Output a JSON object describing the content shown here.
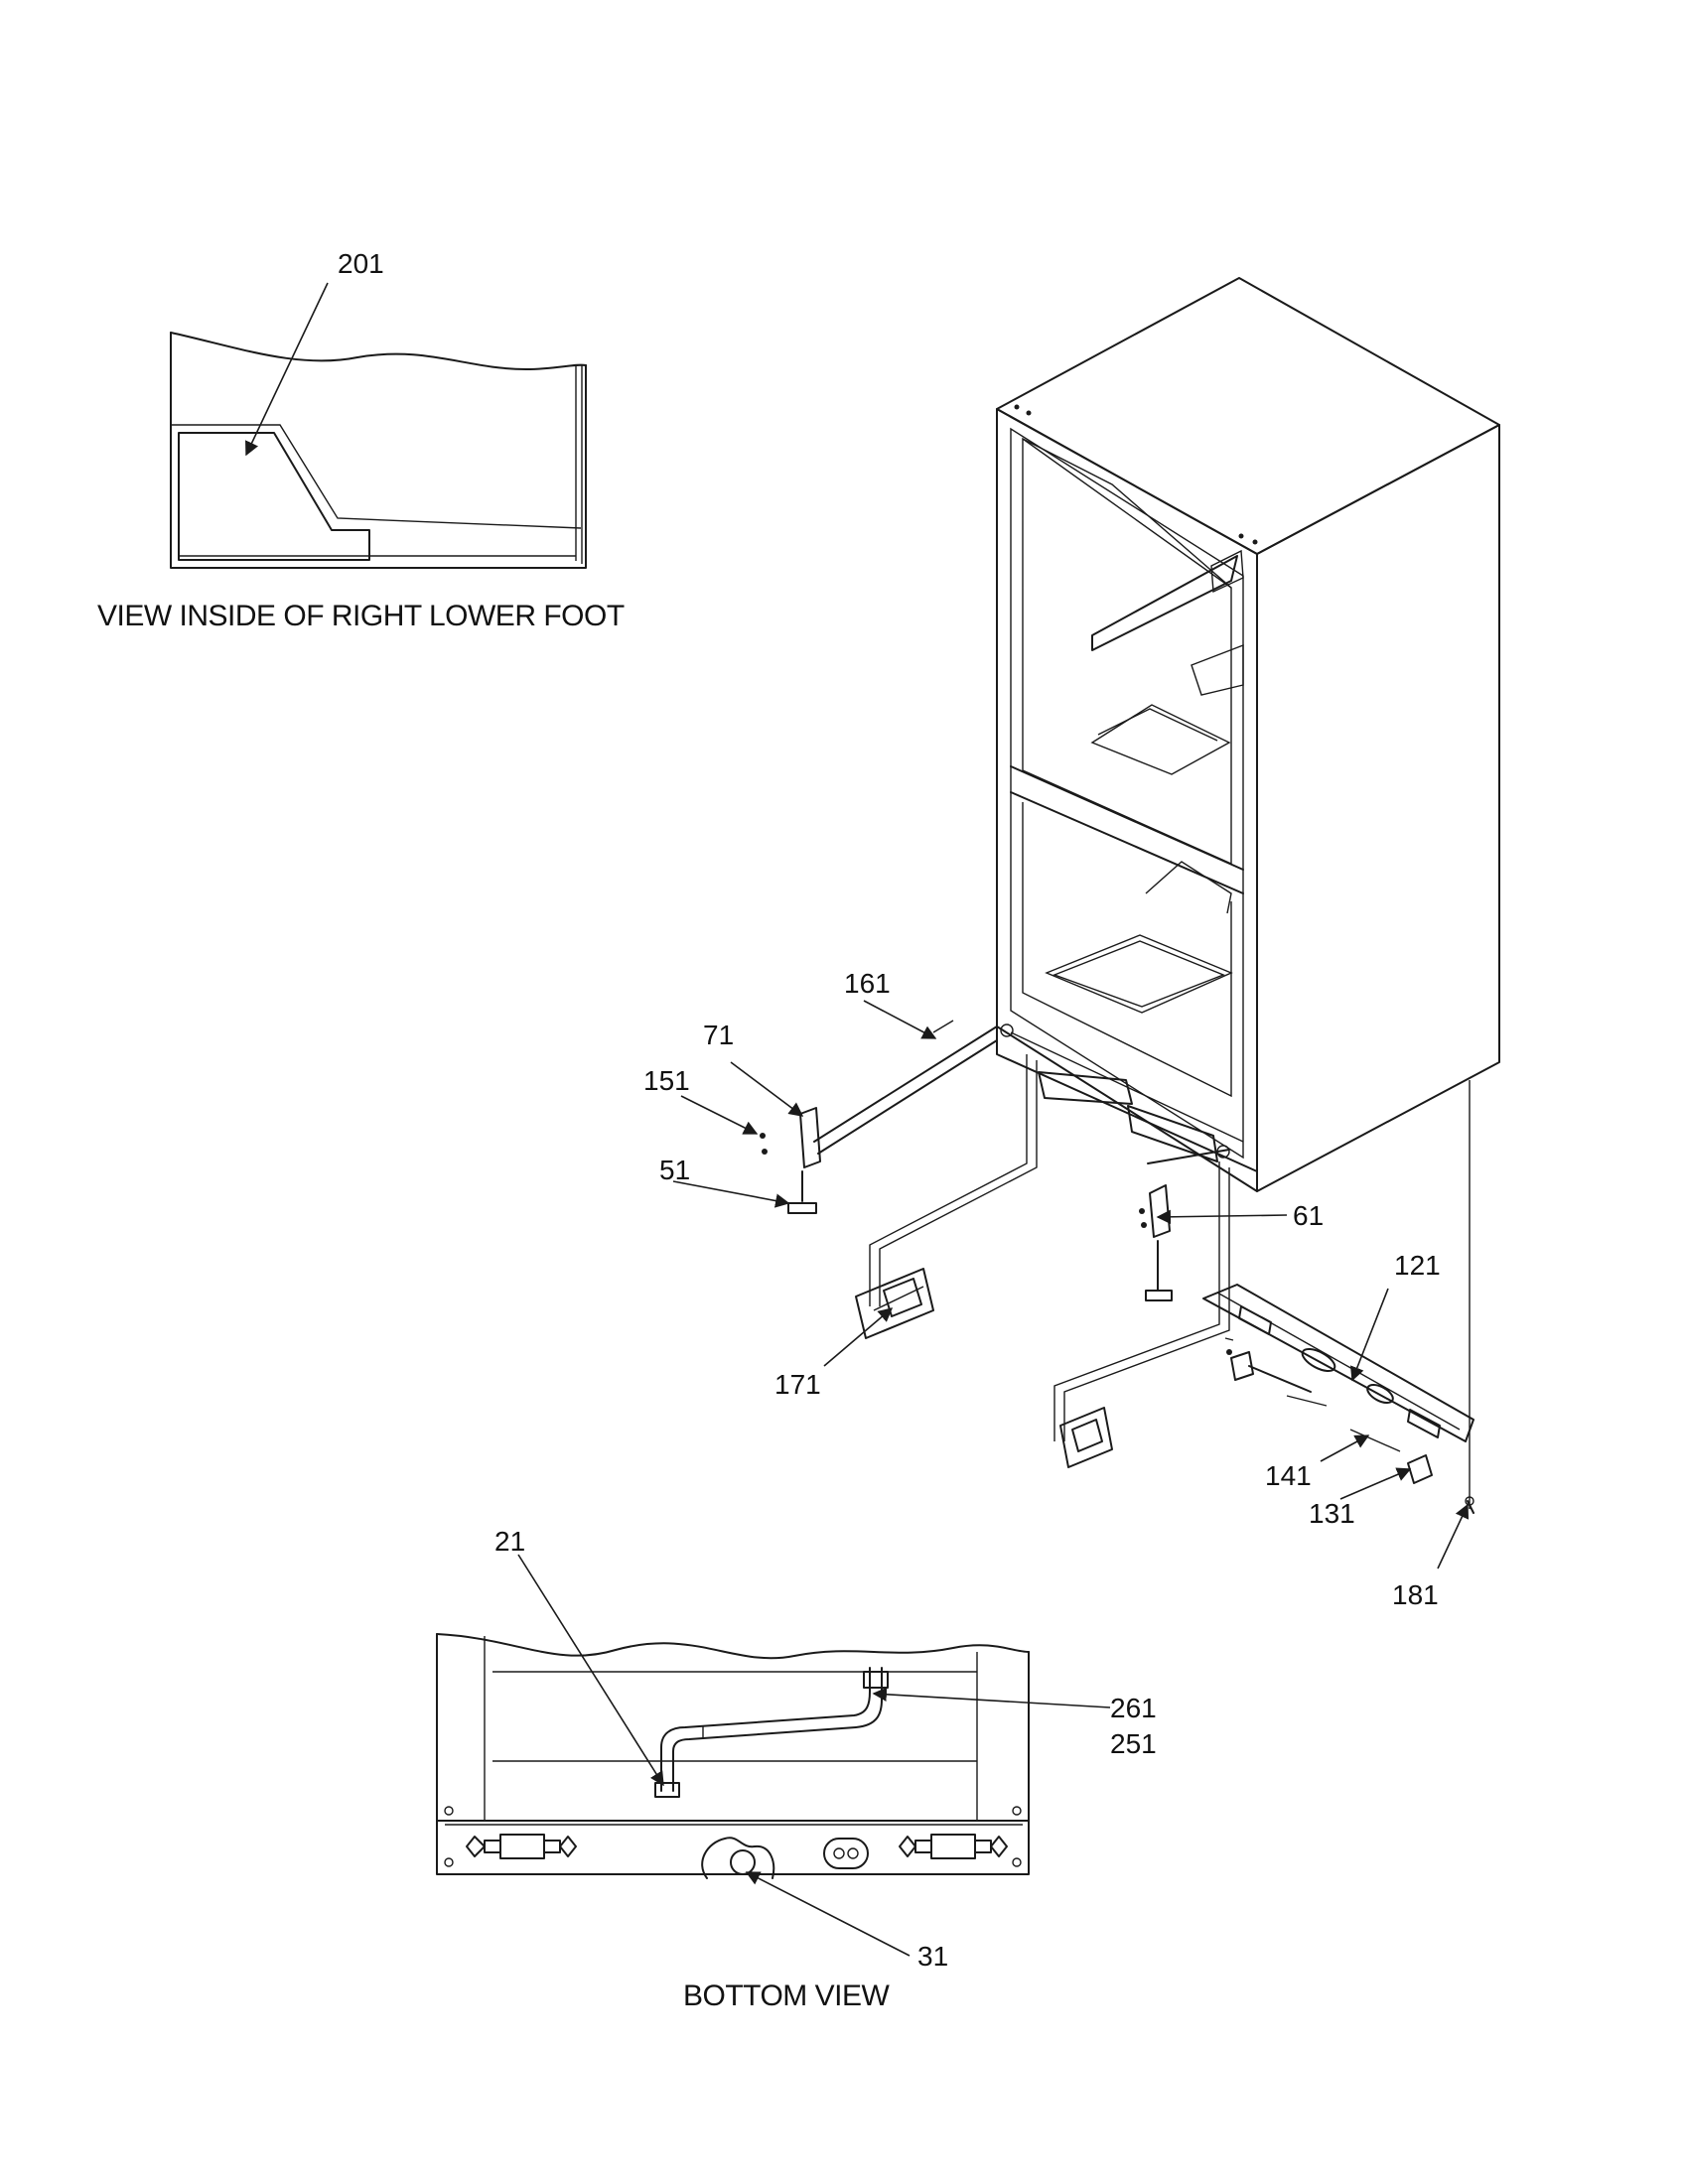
{
  "captions": {
    "inset_foot": "VIEW INSIDE OF RIGHT LOWER FOOT",
    "bottom_view": "BOTTOM VIEW"
  },
  "callouts": {
    "p201": "201",
    "p161": "161",
    "p71": "71",
    "p151": "151",
    "p51": "51",
    "p61": "61",
    "p121": "121",
    "p171": "171",
    "p141": "141",
    "p131": "131",
    "p181": "181",
    "p21": "21",
    "p261": "261",
    "p251": "251",
    "p31": "31"
  }
}
